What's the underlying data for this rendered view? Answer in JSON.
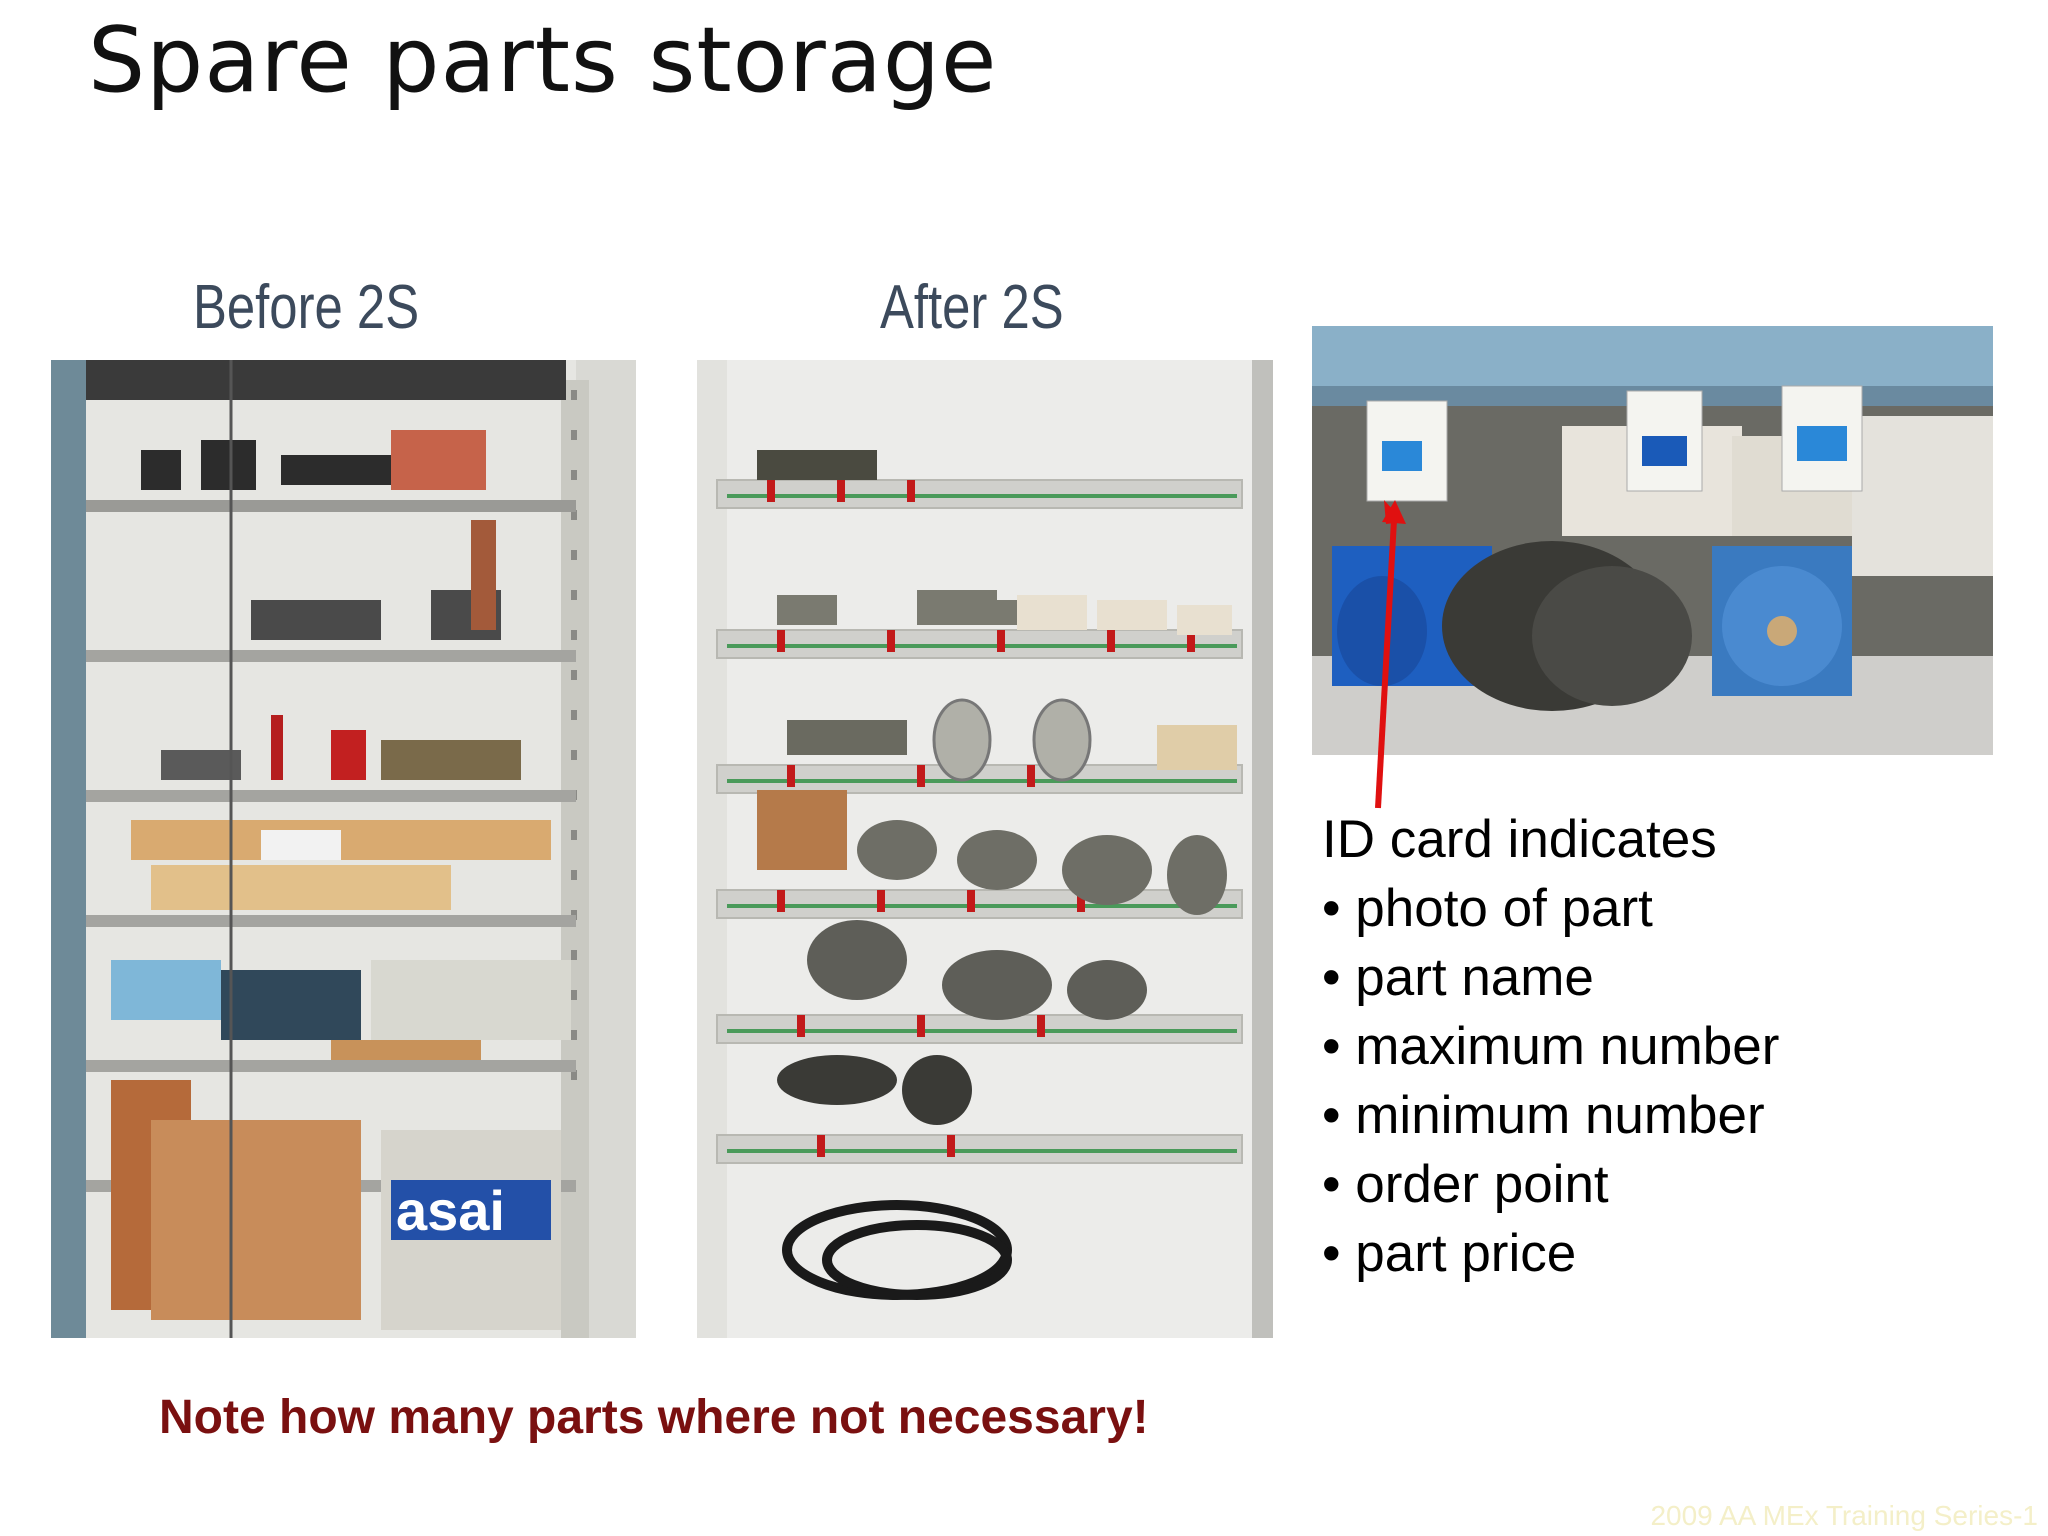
{
  "title": "Spare parts storage",
  "before_caption": "Before 2S",
  "after_caption": "After 2S",
  "idcard": {
    "heading": "ID card indicates",
    "items": [
      "photo of part",
      "part name",
      "maximum number",
      "minimum number",
      "order point",
      "part price"
    ]
  },
  "before_box_text": "asai",
  "note": "Note how many parts where not necessary!",
  "footer": "2009 AA MEx Training Series-1",
  "colors": {
    "note": "#7a1010",
    "caption": "#3c4a5c",
    "arrow": "#e01010"
  }
}
